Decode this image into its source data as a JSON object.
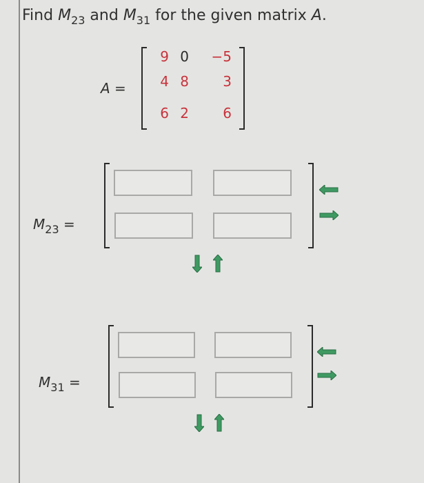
{
  "question": {
    "prefix": "Find ",
    "m1": "M",
    "m1_sub": "23",
    "middle": " and ",
    "m2": "M",
    "m2_sub": "31",
    "suffix": " for the given matrix ",
    "matrix_name": "A",
    "end": "."
  },
  "matrix_a": {
    "label": "A =",
    "rows": [
      [
        "9",
        "0",
        "−5"
      ],
      [
        "4",
        "8",
        "3"
      ],
      [
        "6",
        "2",
        "6"
      ]
    ]
  },
  "minors": [
    {
      "label_main": "M",
      "label_sub": "23",
      "label_eq": " =",
      "cells": [
        {
          "value": "",
          "placeholder": ""
        },
        {
          "value": "",
          "placeholder": ""
        },
        {
          "value": "",
          "placeholder": ""
        },
        {
          "value": "",
          "placeholder": ""
        }
      ]
    },
    {
      "label_main": "M",
      "label_sub": "31",
      "label_eq": " =",
      "cells": [
        {
          "value": "",
          "placeholder": ""
        },
        {
          "value": "",
          "placeholder": ""
        },
        {
          "value": "",
          "placeholder": ""
        },
        {
          "value": "",
          "placeholder": ""
        }
      ]
    }
  ],
  "icons": {
    "remove_column": "arrow-left-icon",
    "add_column": "arrow-right-icon",
    "add_row": "arrow-down-icon",
    "remove_row": "arrow-up-icon"
  },
  "colors": {
    "background": "#e4e5e2",
    "matrix_entry_red": "#c8323c",
    "arrow_green": "#3f9a62",
    "input_border": "#a8a9a6"
  }
}
